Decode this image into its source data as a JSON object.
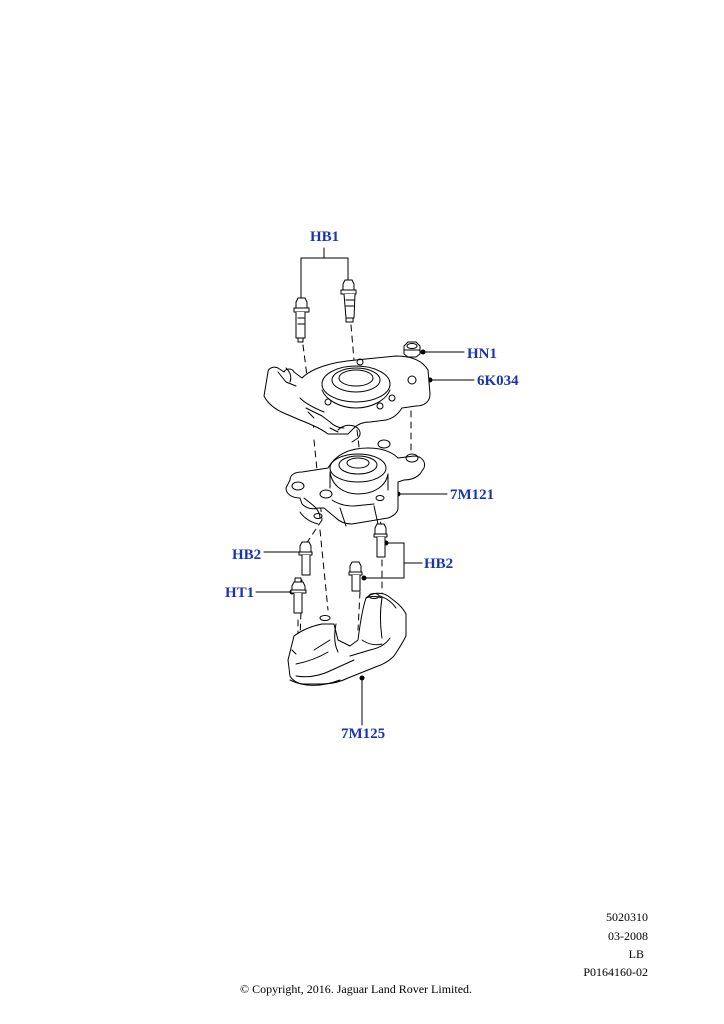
{
  "callouts": {
    "hb1": "HB1",
    "hn1": "HN1",
    "p6k034": "6K034",
    "p7m121": "7M121",
    "hb2_left": "HB2",
    "hb2_right": "HB2",
    "ht1": "HT1",
    "p7m125": "7M125"
  },
  "meta": {
    "code": "5020310",
    "date": "03-2008",
    "region": "LB",
    "ref": "P0164160-02"
  },
  "copyright": "© Copyright, 2016. Jaguar Land Rover Limited.",
  "colors": {
    "label": "#1a33b3",
    "line": "#000000"
  }
}
